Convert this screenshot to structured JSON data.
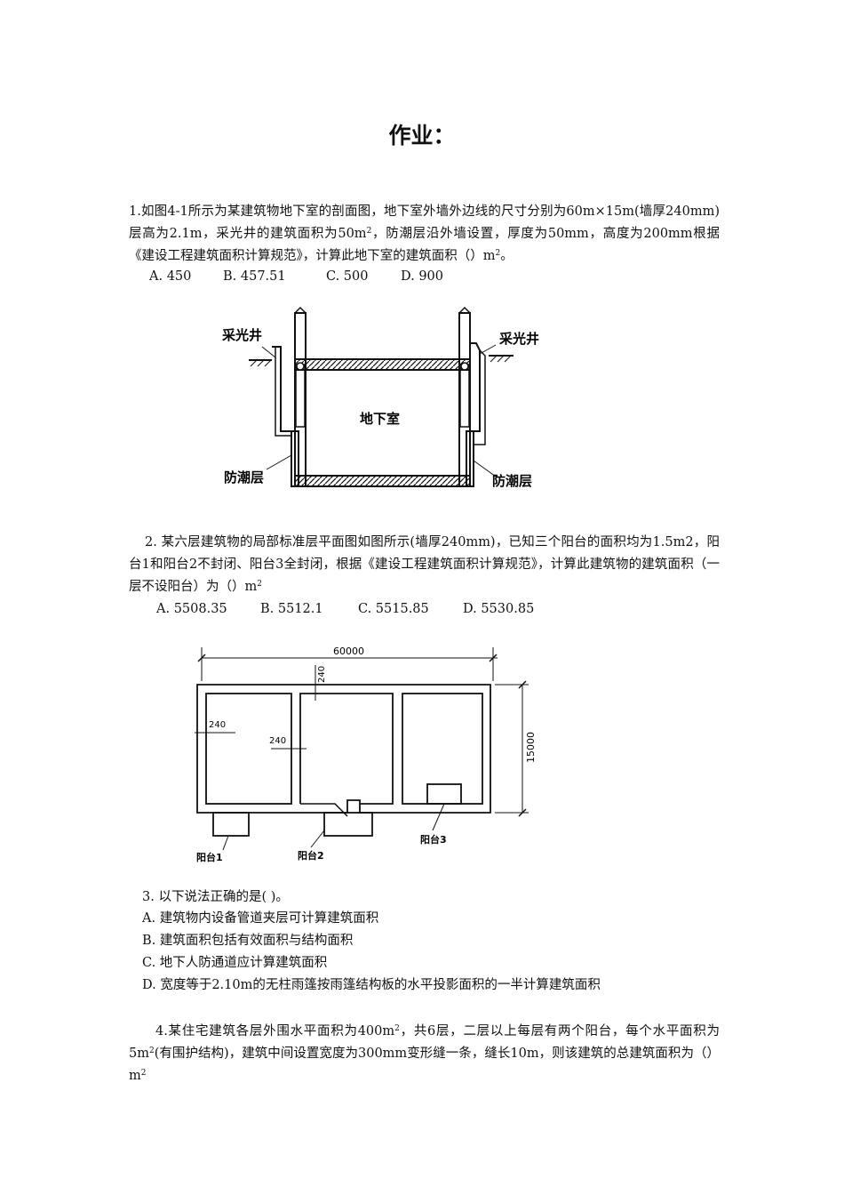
{
  "title": "作业：",
  "q1": {
    "text_a": "1.如图4-1所示为某建筑物地下室的剖面图，地下室外墙外边线的尺寸分别为60m×15m(墙厚240mm)层高为2.1m，采光井的建筑面积为50m",
    "sup_a": "2",
    "text_b": "，防潮层沿外墙设置，厚度为50mm，高度为200mm根据《建设工程建筑面积计算规范》，计算此地下室的建筑面积（）m",
    "sup_b": "2",
    "text_c": "。",
    "options": [
      "A. 450",
      "B. 457.51",
      "C. 500",
      "D. 900"
    ],
    "figure": {
      "label_left_well": "采光井",
      "label_right_well": "采光井",
      "label_basement": "地下室",
      "label_left_damp": "防潮层",
      "label_right_damp": "防潮层"
    }
  },
  "q2": {
    "text": "2. 某六层建筑物的局部标准层平面图如图所示(墙厚240mm)，已知三个阳台的面积均为1.5m2，阳台1和阳台2不封闭、阳台3全封闭，根据《建设工程建筑面积计算规范》，计算此建筑物的建筑面积（一层不设阳台）为（）m",
    "sup": "2",
    "options": [
      "A. 5508.35",
      "B. 5512.1",
      "C. 5515.85",
      "D. 5530.85"
    ],
    "figure": {
      "dim_top": "60000",
      "dim_right": "15000",
      "dim_wall_top": "240",
      "dim_wall_left": "240",
      "dim_wall_mid": "240",
      "balcony1": "阳台1",
      "balcony2": "阳台2",
      "balcony3": "阳台3"
    }
  },
  "q3": {
    "stem": "3. 以下说法正确的是(  )。",
    "options": [
      "A. 建筑物内设备管道夹层可计算建筑面积",
      "B. 建筑面积包括有效面积与结构面积",
      "C. 地下人防通道应计算建筑面积",
      "D. 宽度等于2.10m的无柱雨篷按雨篷结构板的水平投影面积的一半计算建筑面积"
    ]
  },
  "q4": {
    "text_a": "4.某住宅建筑各层外围水平面积为400m",
    "sup_a": "2",
    "text_b": "，共6层，二层以上每层有两个阳台，每个水平面积为5m",
    "sup_b": "2",
    "text_c": "(有围护结构)，建筑中间设置宽度为300mm变形缝一条，缝长10m，则该建筑的总建筑面积为（）m",
    "sup_c": "2"
  }
}
